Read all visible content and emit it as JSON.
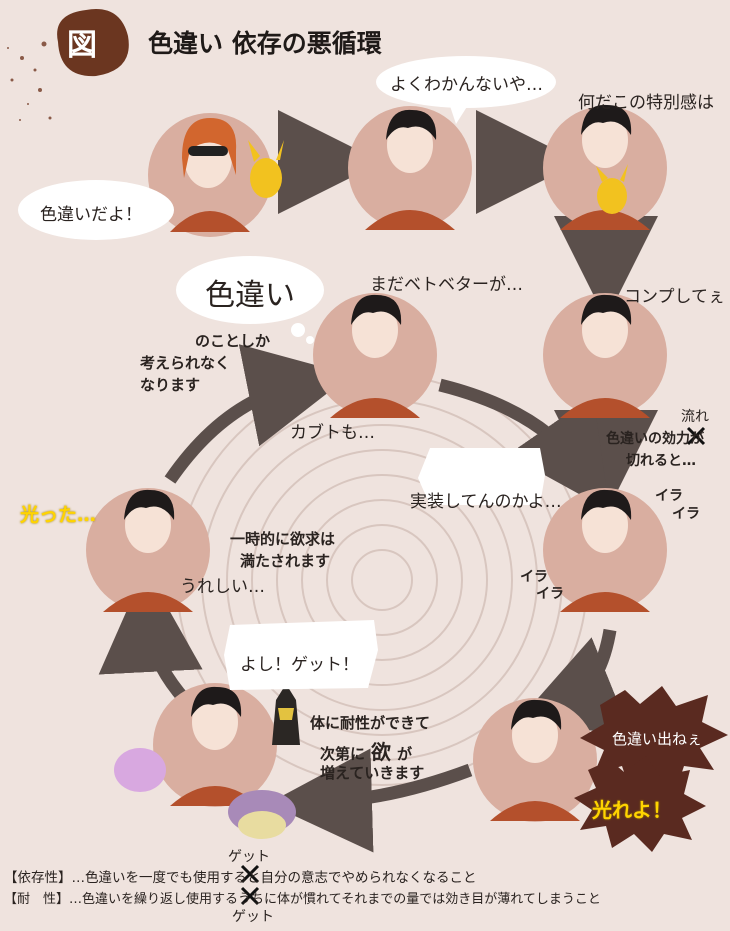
{
  "header": {
    "badge": "図",
    "title": "色違い 依存の悪循環"
  },
  "bubbles": {
    "iro_dayo": "色違いだよ！",
    "yoku_wakan": "よくわかんないや…",
    "nanidakono": "何だこの特別感は",
    "iroi_big": "色違い",
    "mada_betobeta": "まだベトベターが…",
    "conpu": "コンプしてぇ",
    "kabuto": "カブトも…",
    "jissou": "実装してんのかよ…",
    "ira1": "イラ",
    "ira2": "イラ",
    "ira3": "イラ",
    "ira4": "イラ",
    "hikatta": "光った…",
    "ureshii": "うれしい…",
    "yoshi_get": "よし！ゲット！",
    "iro_denee": "色違い出ねぇ",
    "hikare": "光れよ！",
    "get_upper": "ゲット",
    "get_lower": "ゲット"
  },
  "captions": {
    "think_line1": "のことしか",
    "think_line2": "考えられなく",
    "think_line3": "なります",
    "effect_prefix": "色違いの",
    "effect_struck": "効力",
    "effect_suffix": "が",
    "effect_line2": "切れると…",
    "effect_correction": "流れ",
    "satisfied_line1": "一時的に欲求は",
    "satisfied_line2": "満たされます",
    "tolerance_line1": "体に耐性ができて",
    "tolerance_line2_a": "次第に",
    "tolerance_line2_big": "欲",
    "tolerance_line2_b": "が",
    "tolerance_line3": "増えていきます"
  },
  "footer": {
    "dependence": "【依存性】…色違いを一度でも使用すると自分の意志でやめられなくなること",
    "tolerance": "【耐　性】…色違いを繰り返し使用するうちに体が慣れてそれまでの量では効き目が薄れてしまうこと"
  },
  "colors": {
    "background": "#efe3de",
    "circle": "#d9aea0",
    "arrow": "#5b4f4b",
    "shirt": "#b4502c",
    "badge": "#6b3620",
    "pikachu": "#f2c21f"
  }
}
